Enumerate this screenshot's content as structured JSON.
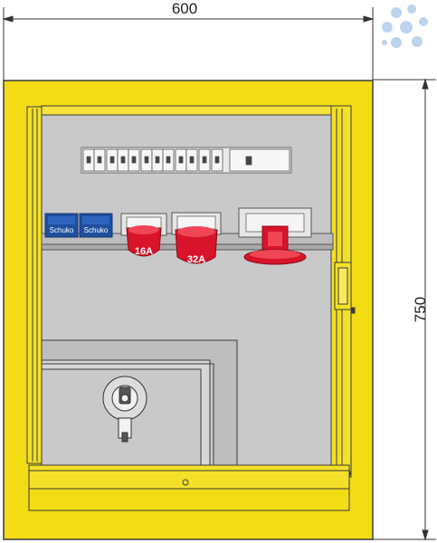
{
  "dimensions": {
    "width_label": "600",
    "height_label": "750"
  },
  "sockets": {
    "schuko_1": "Schuko",
    "schuko_2": "Schuko",
    "cee_small": "16A",
    "cee_medium": "32A"
  },
  "colors": {
    "cabinet_body": "#f2dc14",
    "cabinet_outline": "#3a3a3a",
    "interior_panel": "#c9c9c9",
    "cee_red": "#d8142a",
    "schuko_blue": "#1f4f9e",
    "logo_blue": "#bcd4ee"
  },
  "icons": {
    "watermark": "water-drops-logo",
    "lock": "cylinder-lock-icon"
  }
}
